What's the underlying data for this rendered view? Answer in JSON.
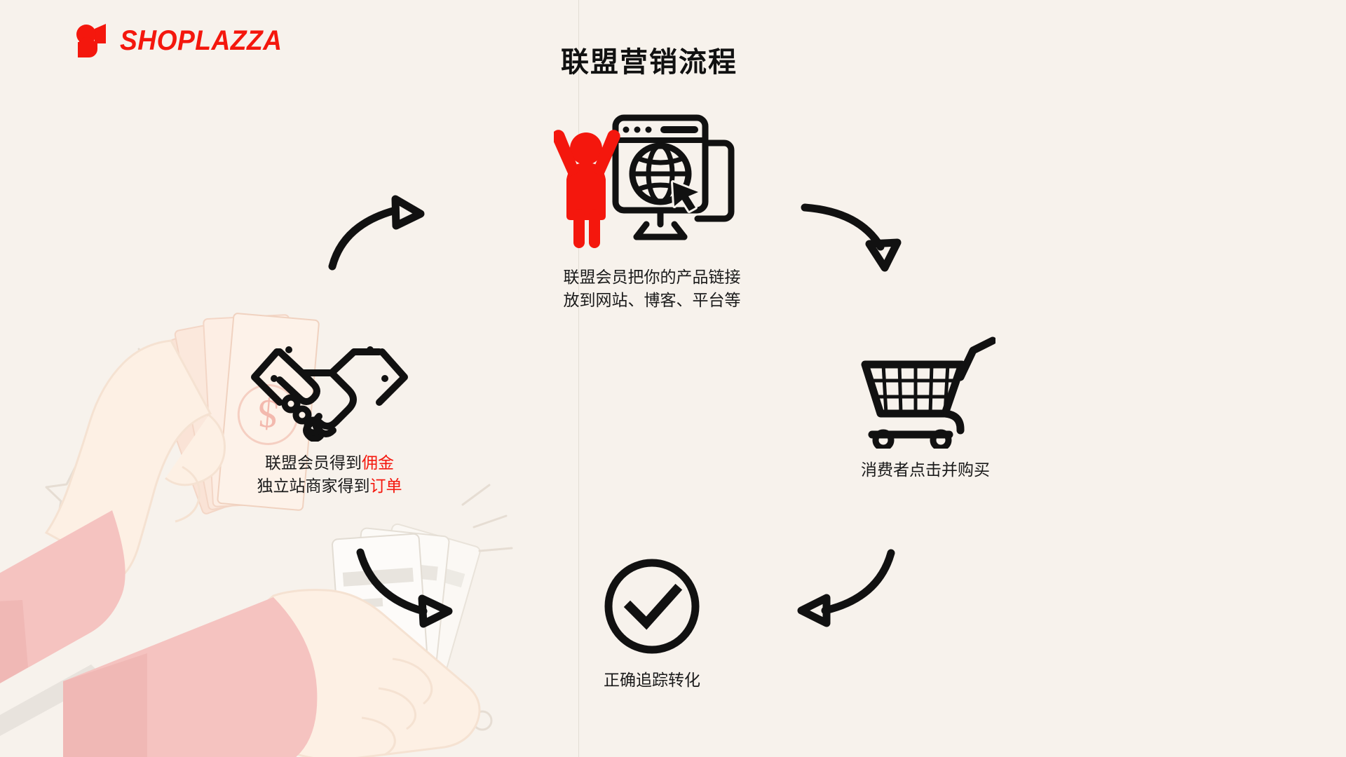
{
  "theme": {
    "background": "#f7f2ec",
    "accent_red": "#f4170d",
    "ink": "#111111",
    "illustration_skin": "#fdf0e4",
    "illustration_sleeve": "#f5c3c0",
    "illustration_money": "#fae3d6",
    "divider": "#e3ddd4"
  },
  "brand": {
    "logo_text": "SHOPLAZZA",
    "logo_mark_name": "shoplazza-mark"
  },
  "header": {
    "title": "联盟营销流程"
  },
  "nodes": [
    {
      "id": "affiliate",
      "icon_name": "person-monitor-globe-icon",
      "caption_lines": [
        "联盟会员把你的产品链接",
        "放到网站、博客、平台等"
      ]
    },
    {
      "id": "purchase",
      "icon_name": "shopping-cart-icon",
      "caption_lines": [
        "消费者点击并购买"
      ]
    },
    {
      "id": "tracking",
      "icon_name": "check-circle-icon",
      "caption_lines": [
        "正确追踪转化"
      ]
    },
    {
      "id": "reward",
      "icon_name": "handshake-icon",
      "caption_lines": [
        {
          "plain": "联盟会员得到",
          "highlight": "佣金"
        },
        {
          "plain": "独立站商家得到",
          "highlight": "订单"
        }
      ]
    }
  ],
  "arrows": [
    {
      "id": "arrow-1",
      "name": "arrow-reward-to-affiliate",
      "direction": "up-right"
    },
    {
      "id": "arrow-2",
      "name": "arrow-affiliate-to-purchase",
      "direction": "down-right"
    },
    {
      "id": "arrow-3",
      "name": "arrow-purchase-to-tracking",
      "direction": "down-left"
    },
    {
      "id": "arrow-4",
      "name": "arrow-tracking-to-reward",
      "direction": "down-right"
    }
  ],
  "captions": {
    "affiliate_line1": "联盟会员把你的产品链接",
    "affiliate_line2": "放到网站、博客、平台等",
    "purchase_line1": "消费者点击并购买",
    "tracking_line1": "正确追踪转化",
    "reward_line1_plain": "联盟会员得到",
    "reward_line1_hl": "佣金",
    "reward_line2_plain": "独立站商家得到",
    "reward_line2_hl": "订单"
  },
  "decorations": {
    "star_name": "star-outline",
    "circle_small_name": "circle-outline",
    "sparkle_name": "sparkle-lines"
  }
}
